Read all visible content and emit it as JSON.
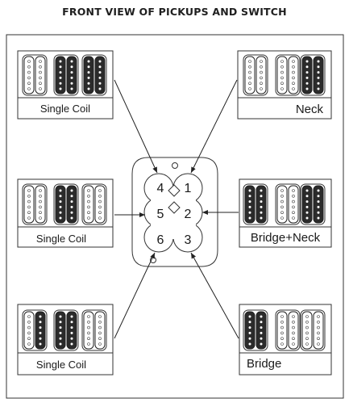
{
  "title": "FRONT VIEW OF PICKUPS AND SWITCH",
  "switch_positions": [
    "1",
    "2",
    "3",
    "4",
    "5",
    "6"
  ],
  "panels": [
    {
      "label": "Single Coil",
      "pickups": [
        "white",
        "dark",
        "dark"
      ]
    },
    {
      "label": "Neck",
      "pickups": [
        "white",
        "white",
        "dark"
      ]
    },
    {
      "label": "Single Coil",
      "pickups": [
        "white",
        "dark",
        "white"
      ]
    },
    {
      "label": "Bridge+Neck",
      "pickups": [
        "dark",
        "white",
        "dark"
      ]
    },
    {
      "label": "Single Coil",
      "pickups": [
        "half",
        "dark",
        "white"
      ]
    },
    {
      "label": "Bridge",
      "pickups": [
        "dark",
        "white",
        "white"
      ]
    }
  ]
}
